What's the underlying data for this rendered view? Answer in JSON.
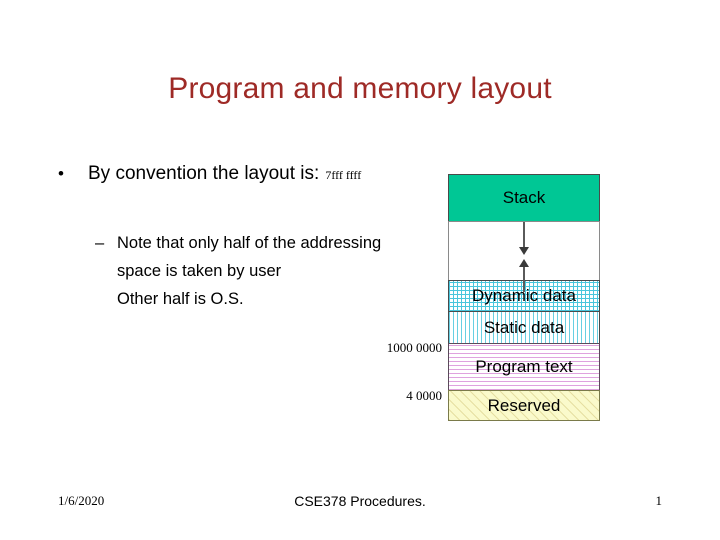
{
  "slide": {
    "title": "Program and memory layout",
    "title_color": "#9E2A26",
    "background": "#ffffff"
  },
  "body": {
    "bullet_marker": "•",
    "bullet_text": "By convention the layout is:",
    "top_address": "7fff ffff",
    "sub_marker": "–",
    "sub_line_1": "Note that only half of the addressing",
    "sub_line_2": "space is taken by user",
    "sub_line_3": "Other half is O.S."
  },
  "diagram": {
    "name": "memory-layout-diagram",
    "segments": [
      {
        "key": "stack",
        "label": "Stack",
        "fill": "#00C795",
        "pattern": "solid"
      },
      {
        "key": "gap",
        "label": "",
        "fill": "#ffffff",
        "pattern": "none"
      },
      {
        "key": "dynamic",
        "label": "Dynamic data",
        "fill": "#49C6DC",
        "pattern": "crosshatch"
      },
      {
        "key": "static",
        "label": "Static data",
        "fill": "#68CFE2",
        "pattern": "vertical-stripes"
      },
      {
        "key": "program",
        "label": "Program text",
        "fill": "#DFA3DF",
        "pattern": "horizontal-stripes"
      },
      {
        "key": "reserved",
        "label": "Reserved",
        "fill": "#FAFACB",
        "pattern": "diagonal-hatch"
      }
    ],
    "arrows": {
      "down": "stack-grows-down-arrow",
      "up": "heap-grows-up-arrow"
    },
    "address_labels": {
      "static_boundary": "1000 0000",
      "reserved_boundary": "4 0000"
    }
  },
  "footer": {
    "date": "1/6/2020",
    "note": "CSE378 Procedures.",
    "page": "1"
  }
}
